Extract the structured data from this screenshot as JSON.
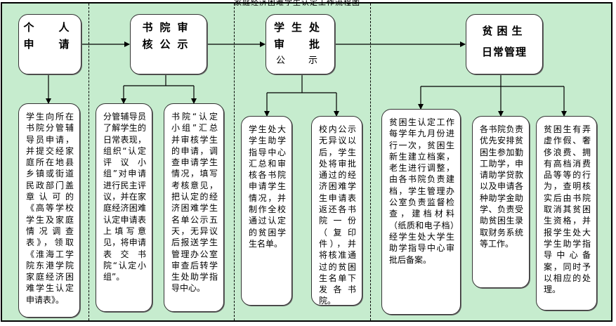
{
  "diagram": {
    "title_fragment": "家庭经济困难学生认定工作流程图",
    "stages": [
      {
        "id": "apply",
        "title_lines": [
          "个　人",
          "申　请"
        ],
        "steps": [
          "学生向所在书院分管辅导员申请，并提交经家庭所在地县乡镇或街道民政部门盖章认可的《高等学校学生及家庭情况调查表》，领取《淮海工学院东港学院家庭经济困难学生认定申请表》。"
        ]
      },
      {
        "id": "college-review",
        "title_lines": [
          "书院审",
          "核公示"
        ],
        "steps": [
          "分管辅导员了解学生的日常表现，组织“认定评议小组”对申请进行民主评议，并在家庭经济困难认定申请表上填写意见，将申请表交书院“认定小组”。",
          "书院“认定小组”汇总并审核学生的申请，调查申请学生情况，填写考核意见，把认定的经济困难学生名单公示五天，无异议后报送学生管理办公室审查后转学生处助学指导中心。"
        ]
      },
      {
        "id": "office-approval",
        "title_lines": [
          "学生处",
          "审　批",
          "公　示"
        ],
        "steps": [
          "学生处大学生助学指导中心汇总和审核各书院申请学生情况，并制作全校通过认定的贫困学生名单。",
          "校内公示无异议以后，学生处将审批通过的经济困难学生申请表返还各书院一份（复印件），并将核准通过的贫困生名单下发各书院。"
        ]
      },
      {
        "id": "daily-management",
        "title_lines": [
          "贫困生",
          "日常管理"
        ],
        "steps": [
          "贫困生认定工作每学年九月份进行一次，贫困生新生建立档案，老生进行调整，由各书院负责建档，学生管理办公室负责监督检查，建档材料（纸质和电子档）经学生处大学生助学指导中心审批后备案。",
          "各书院负责优先安排贫困生参加勤工助学，申请助学贷款以及申请各种助学金助学、负责受助贫困生录取财务系统等工作。",
          "贫困生有弄虚作假、奢侈浪费、拥有高档消费品等等的行为，查明核实后由书院取消其贫困生资格，并报学生处大学生助学指导中心备案，同时予以相应的处理。"
        ]
      }
    ]
  },
  "colors": {
    "background": "#c6ecce",
    "box": "#ffffff",
    "line": "#000000"
  }
}
